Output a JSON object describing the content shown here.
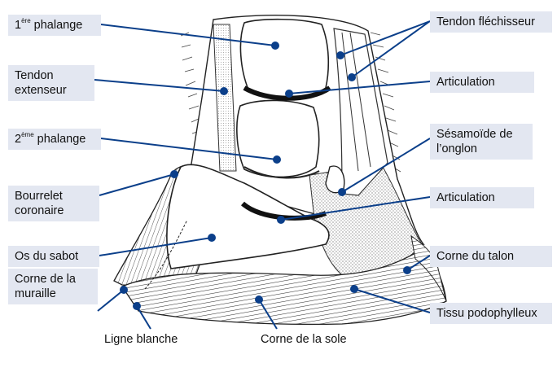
{
  "colors": {
    "leader": "#0b3f8a",
    "label_bg": "#e3e7f1",
    "ink": "#1a1a1a"
  },
  "labels": {
    "phalange1": {
      "num": "1",
      "sup": "ère",
      "text": " phalange"
    },
    "tendon_ext": {
      "line1": "Tendon",
      "line2": "extenseur"
    },
    "phalange2": {
      "num": "2",
      "sup": "ème",
      "text": " phalange"
    },
    "bourrelet": {
      "line1": "Bourrelet",
      "line2": "coronaire"
    },
    "os_sabot": "Os du sabot",
    "corne_muraille": {
      "line1": "Corne de la",
      "line2": "muraille"
    },
    "ligne_blanche": "Ligne blanche",
    "corne_sole": "Corne de la sole",
    "tendon_flech": "Tendon fléchisseur",
    "articulation_top": "Articulation",
    "sesamoide": {
      "line1": "Sésamoïde de",
      "line2": "l’onglon"
    },
    "articulation_bottom": "Articulation",
    "corne_talon": "Corne du talon",
    "tissu": "Tissu podophylleux"
  }
}
